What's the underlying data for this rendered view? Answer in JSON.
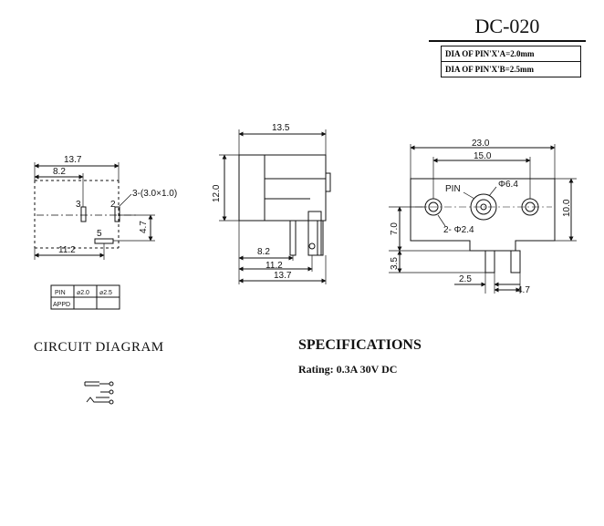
{
  "title": "DC-020",
  "pin_table": {
    "row_a": "DIA OF PIN'X'A=2.0mm",
    "row_b": "DIA OF PIN'X'B=2.5mm"
  },
  "circuit_heading": "CIRCUIT DIAGRAM",
  "spec_heading": "SPECIFICATIONS",
  "rating": "Rating: 0.3A 30V DC",
  "left_view": {
    "dim_top": "13.7",
    "dim_second": "8.2",
    "dim_bottom": "11.2",
    "dim_vertical": "4.7",
    "pin_3": "3",
    "pin_2": "2",
    "pin_5": "5",
    "pin_callout": "3-(3.0×1.0)"
  },
  "small_table": {
    "headers": [
      "PIN",
      "⌀2.0",
      "⌀2.5"
    ],
    "row_label": "APPD"
  },
  "side_view": {
    "dim_top": "13.5",
    "dim_height": "12.0",
    "dim_a": "8.2",
    "dim_b": "11.2",
    "dim_c": "13.7"
  },
  "front_view": {
    "dim_width": "23.0",
    "dim_holes": "15.0",
    "pin_label": "PIN",
    "dia_center": "Φ6.4",
    "holes_label": "2- Φ2.4",
    "dim_height": "10.0",
    "dim_hole_height": "7.0",
    "dim_leg": "3.5",
    "dim_leg_width": "2.5",
    "dim_leg_offset": "4.7"
  }
}
